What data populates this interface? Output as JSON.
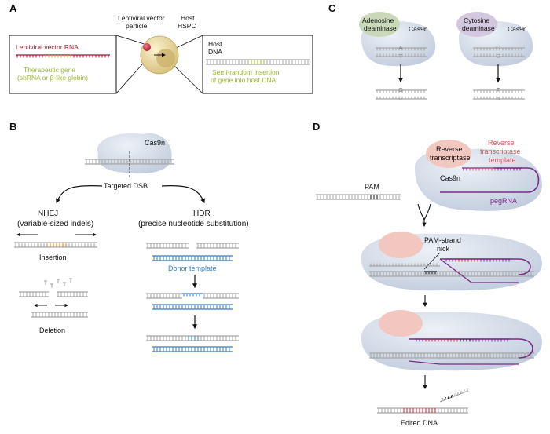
{
  "panels": {
    "a": {
      "letter": "A",
      "vector_rna": "Lentiviral vector RNA",
      "particle_label_1": "Lentiviral vector",
      "particle_label_2": "particle",
      "host_hspc_1": "Host",
      "host_hspc_2": "HSPC",
      "gene_1": "Therapeutic gene",
      "gene_2": "(shRNA or β-like globin)",
      "host_dna_1": "Host",
      "host_dna_2": "DNA",
      "insertion_1": "Semi-random insertion",
      "insertion_2": "of gene into host DNA"
    },
    "b": {
      "letter": "B",
      "cas9n": "Cas9n",
      "dsb": "Targeted DSB",
      "nhej_1": "NHEJ",
      "nhej_2": "(variable-sized indels)",
      "hdr_1": "HDR",
      "hdr_2": "(precise nucleotide substitution)",
      "insertion": "Insertion",
      "deletion": "Deletion",
      "donor": "Donor template"
    },
    "c": {
      "letter": "C",
      "adenosine_1": "Adenosine",
      "adenosine_2": "deaminase",
      "cytosine_1": "Cytosine",
      "cytosine_2": "deaminase",
      "cas9n": "Cas9n",
      "base_a": "A",
      "base_t": "T",
      "base_g": "G",
      "base_c": "C",
      "base_c2": "C",
      "base_g2": "G",
      "base_t2": "T",
      "base_a2": "A"
    },
    "d": {
      "letter": "D",
      "rt_1": "Reverse",
      "rt_2": "transcriptase",
      "template_1": "Reverse",
      "template_2": "transcriptase",
      "template_3": "template",
      "cas9n": "Cas9n",
      "pegrna": "pegRNA",
      "pam": "PAM",
      "nick_1": "PAM-strand",
      "nick_2": "nick",
      "edited": "Edited DNA"
    }
  },
  "colors": {
    "vector_red": "#a0182c",
    "gene_green": "#9ab82a",
    "dna_gray": "#a6a6a6",
    "donor_blue": "#3a7fc8",
    "peg_purple": "#7b2a85",
    "edit_red": "#d0202a",
    "edit_orange": "#e8781e",
    "cas_blob": "#d4dcea",
    "adenosine_fill": "#c9d8b8",
    "cytosine_fill": "#d3c8e0",
    "rt_fill": "#f1c7bf"
  }
}
